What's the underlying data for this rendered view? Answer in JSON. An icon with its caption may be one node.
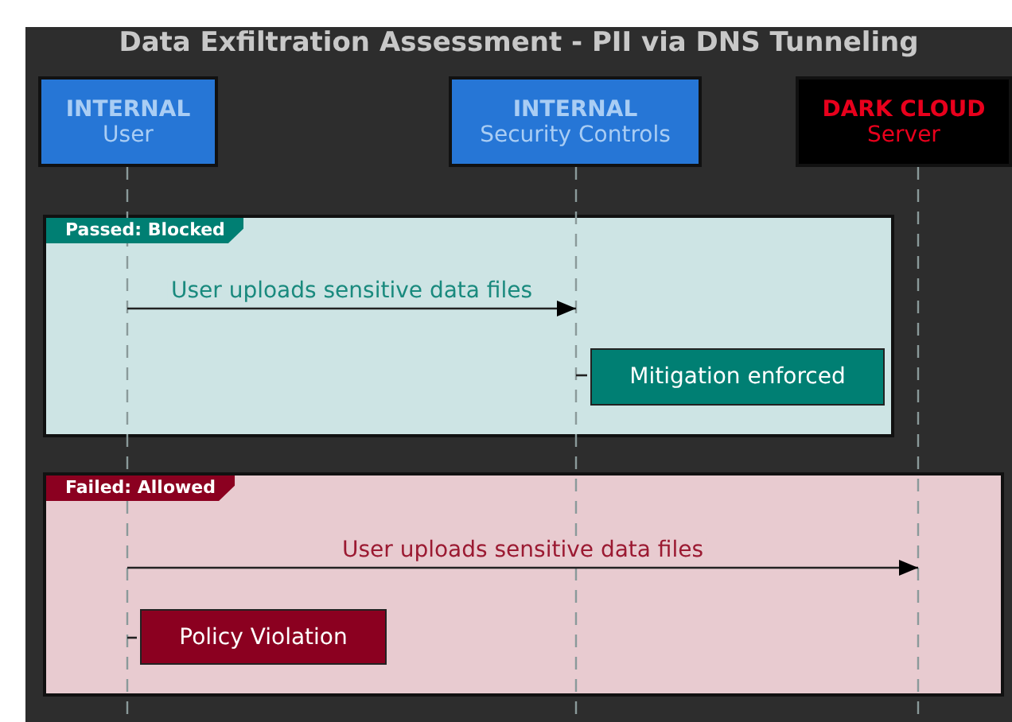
{
  "diagram": {
    "title": "Data Exfiltration Assessment - PII via DNS Tunneling",
    "nodes": [
      {
        "text": [
          "INTERNAL",
          "User"
        ]
      },
      {
        "text": [
          "INTERNAL",
          "Security Controls"
        ]
      },
      {
        "text": [
          "DARK CLOUD",
          "Server"
        ]
      },
      {
        "text": [],
        "shape": "line"
      },
      {
        "text": [],
        "shape": "line"
      },
      {
        "text": [],
        "shape": "line"
      },
      {
        "text": [
          "Passed: Blocked"
        ]
      },
      {
        "text": [
          "Mitigation enforced"
        ],
        "in": 6
      },
      {
        "text": [
          "Failed: Allowed"
        ]
      },
      {
        "text": [
          "Policy Violation"
        ],
        "in": 8
      }
    ],
    "edges": [
      {
        "from": 3,
        "to": 4,
        "arrow": "to",
        "label": "User uploads sensitive data files"
      },
      {
        "from": 7,
        "to": 4,
        "arrow": "none"
      },
      {
        "from": 3,
        "to": 5,
        "arrow": "to",
        "label": "User uploads sensitive data files"
      },
      {
        "from": 9,
        "to": 3,
        "arrow": "none"
      }
    ]
  }
}
